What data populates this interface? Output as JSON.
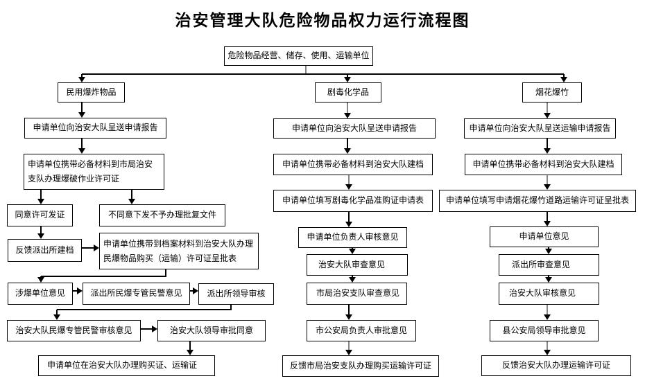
{
  "title": "治安管理大队危险物品权力运行流程图",
  "root_label": "危险物品经营、储存、使用、运输单位",
  "columns": [
    {
      "header": "民用爆炸物品",
      "steps": [
        "申请单位向治安大队呈送申请报告",
        "申请单位携带必备材料到市局治安支队办理爆破作业许可证",
        "同意许可发证",
        "不同意下发不予办理批复文件",
        "反馈派出所建档",
        "申请单位携带到档案材料到治安大队办理民爆物品购买（运输）许可证呈批表",
        "涉爆单位意见",
        "派出所民爆专管民警意见",
        "派出所领导审核",
        "治安大队民爆专管民警审核意见",
        "治安大队领导审批同意",
        "申请单位在治安大队办理购买证、运输证"
      ]
    },
    {
      "header": "剧毒化学品",
      "steps": [
        "申请单位向治安大队呈送申请报告",
        "申请单位携带必备材料到治安大队建档",
        "申请单位填写剧毒化学品准购证申请表",
        "申请单位负责人审核意见",
        "治安大队审查意见",
        "市局治安支队审查意见",
        "市公安局负责人审批意见",
        "反馈市局治安支队办理购买运输许可证"
      ]
    },
    {
      "header": "烟花爆竹",
      "steps": [
        "申请单位向治安大队呈送运输申请报告",
        "申请单位携带必备材料到治安大队建档",
        "申请单位填写申请烟花爆竹道路运输许可证呈批表",
        "申请单位意见",
        "派出所审查意见",
        "治安大队审核意见",
        "县公安局领导审批意见",
        "反馈治安大队办理运输许可证"
      ]
    }
  ],
  "colors": {
    "background": "#ffffff",
    "text": "#000000",
    "line": "#000000",
    "line_soft": "#858585"
  }
}
